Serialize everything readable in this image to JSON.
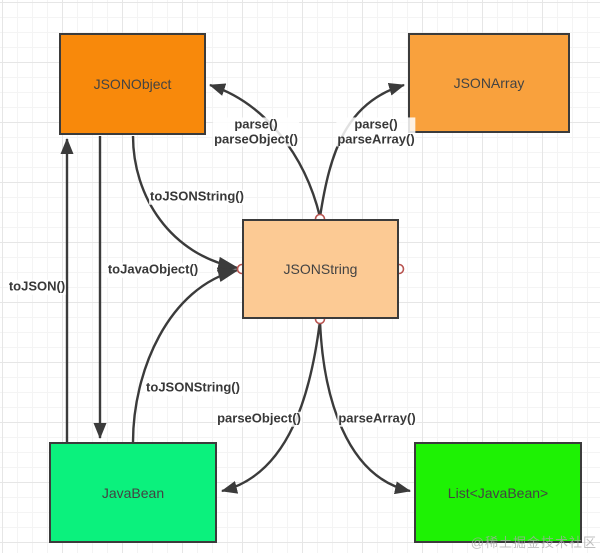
{
  "diagram": {
    "nodes": {
      "jsonobject": {
        "label": "JSONObject"
      },
      "jsonarray": {
        "label": "JSONArray"
      },
      "jsonstring": {
        "label": "JSONString"
      },
      "javabean": {
        "label": "JavaBean"
      },
      "listjavabean": {
        "label": "List<JavaBean>"
      }
    },
    "edges": {
      "jsonstring_to_jsonobject": {
        "line1": "parse()",
        "line2": "parseObject()"
      },
      "jsonstring_to_jsonarray": {
        "line1": "parse()",
        "line2": "parseArray()"
      },
      "jsonobject_to_jsonstring": {
        "label": "toJSONString()"
      },
      "jsonobject_to_javabean": {
        "label": "toJavaObject()"
      },
      "javabean_to_jsonobject": {
        "label": "toJSON()"
      },
      "javabean_to_jsonstring": {
        "label": "toJSONString()"
      },
      "jsonstring_to_javabean": {
        "label": "parseObject()"
      },
      "jsonstring_to_listjavabean": {
        "label": "parseArray()"
      }
    },
    "colors": {
      "jsonobject_fill": "#F8890B",
      "jsonarray_fill": "#F9A13D",
      "jsonstring_fill": "#FCCA94",
      "javabean_fill": "#0BF17D",
      "listjavabean_fill": "#1EF204",
      "node_border": "#3B3B3B",
      "arrow": "#3B3B3B",
      "connection_point": "#B85450"
    },
    "watermark": {
      "text": "@稀土掘金技术社区"
    }
  }
}
